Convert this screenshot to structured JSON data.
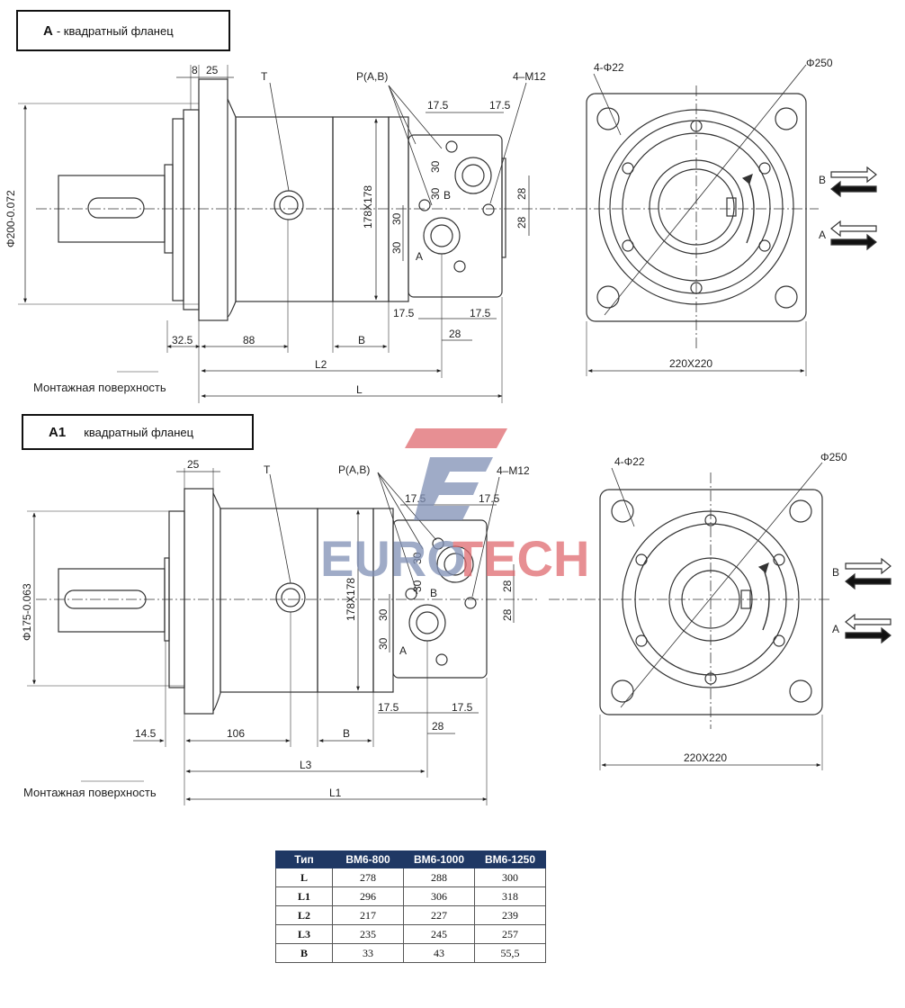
{
  "view_a": {
    "letter": "A",
    "caption": "- квадратный фланец",
    "dims": {
      "d8": "8",
      "d25": "25",
      "t": "T",
      "pab": "P(A,B)",
      "m12": "4–M12",
      "s175a": "17.5",
      "s175b": "17.5",
      "v30a": "30",
      "v30b": "30",
      "v30c": "30",
      "v30d": "30",
      "v28a": "28",
      "v28b": "28",
      "diam": "Φ200-0.072",
      "sq178": "178X178",
      "b17a": "17.5",
      "b17b": "17.5",
      "b28": "28",
      "p325": "32.5",
      "p88": "88",
      "B": "B",
      "L2": "L2",
      "L": "L",
      "portA": "A",
      "portB": "B"
    },
    "mount": "Монтажная поверхность",
    "front": {
      "holes": "4-Φ22",
      "pcd": "Φ250",
      "size": "220X220",
      "b": "B",
      "a": "A"
    }
  },
  "view_a1": {
    "letter": "A1",
    "caption": "квадратный фланец",
    "dims": {
      "d25": "25",
      "t": "T",
      "pab": "P(A,B)",
      "m12": "4–M12",
      "s175a": "17.5",
      "s175b": "17.5",
      "v30a": "30",
      "v30b": "30",
      "v30c": "30",
      "v30d": "30",
      "v28a": "28",
      "v28b": "28",
      "diam": "Φ175-0.063",
      "sq178": "178X178",
      "b17a": "17.5",
      "b17b": "17.5",
      "b28": "28",
      "p145": "14.5",
      "p106": "106",
      "B": "B",
      "L3": "L3",
      "L1": "L1",
      "portA": "A",
      "portB": "B"
    },
    "mount": "Монтажная поверхность",
    "front": {
      "holes": "4-Φ22",
      "pcd": "Φ250",
      "size": "220X220",
      "b": "B",
      "a": "A"
    }
  },
  "watermark": {
    "text_a": "EURO",
    "text_b": "TECH",
    "color_a": "#7f8fb5",
    "color_b": "#e06a6f"
  },
  "table": {
    "headers": [
      "Тип",
      "BM6-800",
      "BM6-1000",
      "BM6-1250"
    ],
    "rows": [
      {
        "label": "L",
        "values": [
          "278",
          "288",
          "300"
        ]
      },
      {
        "label": "L1",
        "values": [
          "296",
          "306",
          "318"
        ]
      },
      {
        "label": "L2",
        "values": [
          "217",
          "227",
          "239"
        ]
      },
      {
        "label": "L3",
        "values": [
          "235",
          "245",
          "257"
        ]
      },
      {
        "label": "B",
        "values": [
          "33",
          "43",
          "55,5"
        ]
      }
    ]
  }
}
